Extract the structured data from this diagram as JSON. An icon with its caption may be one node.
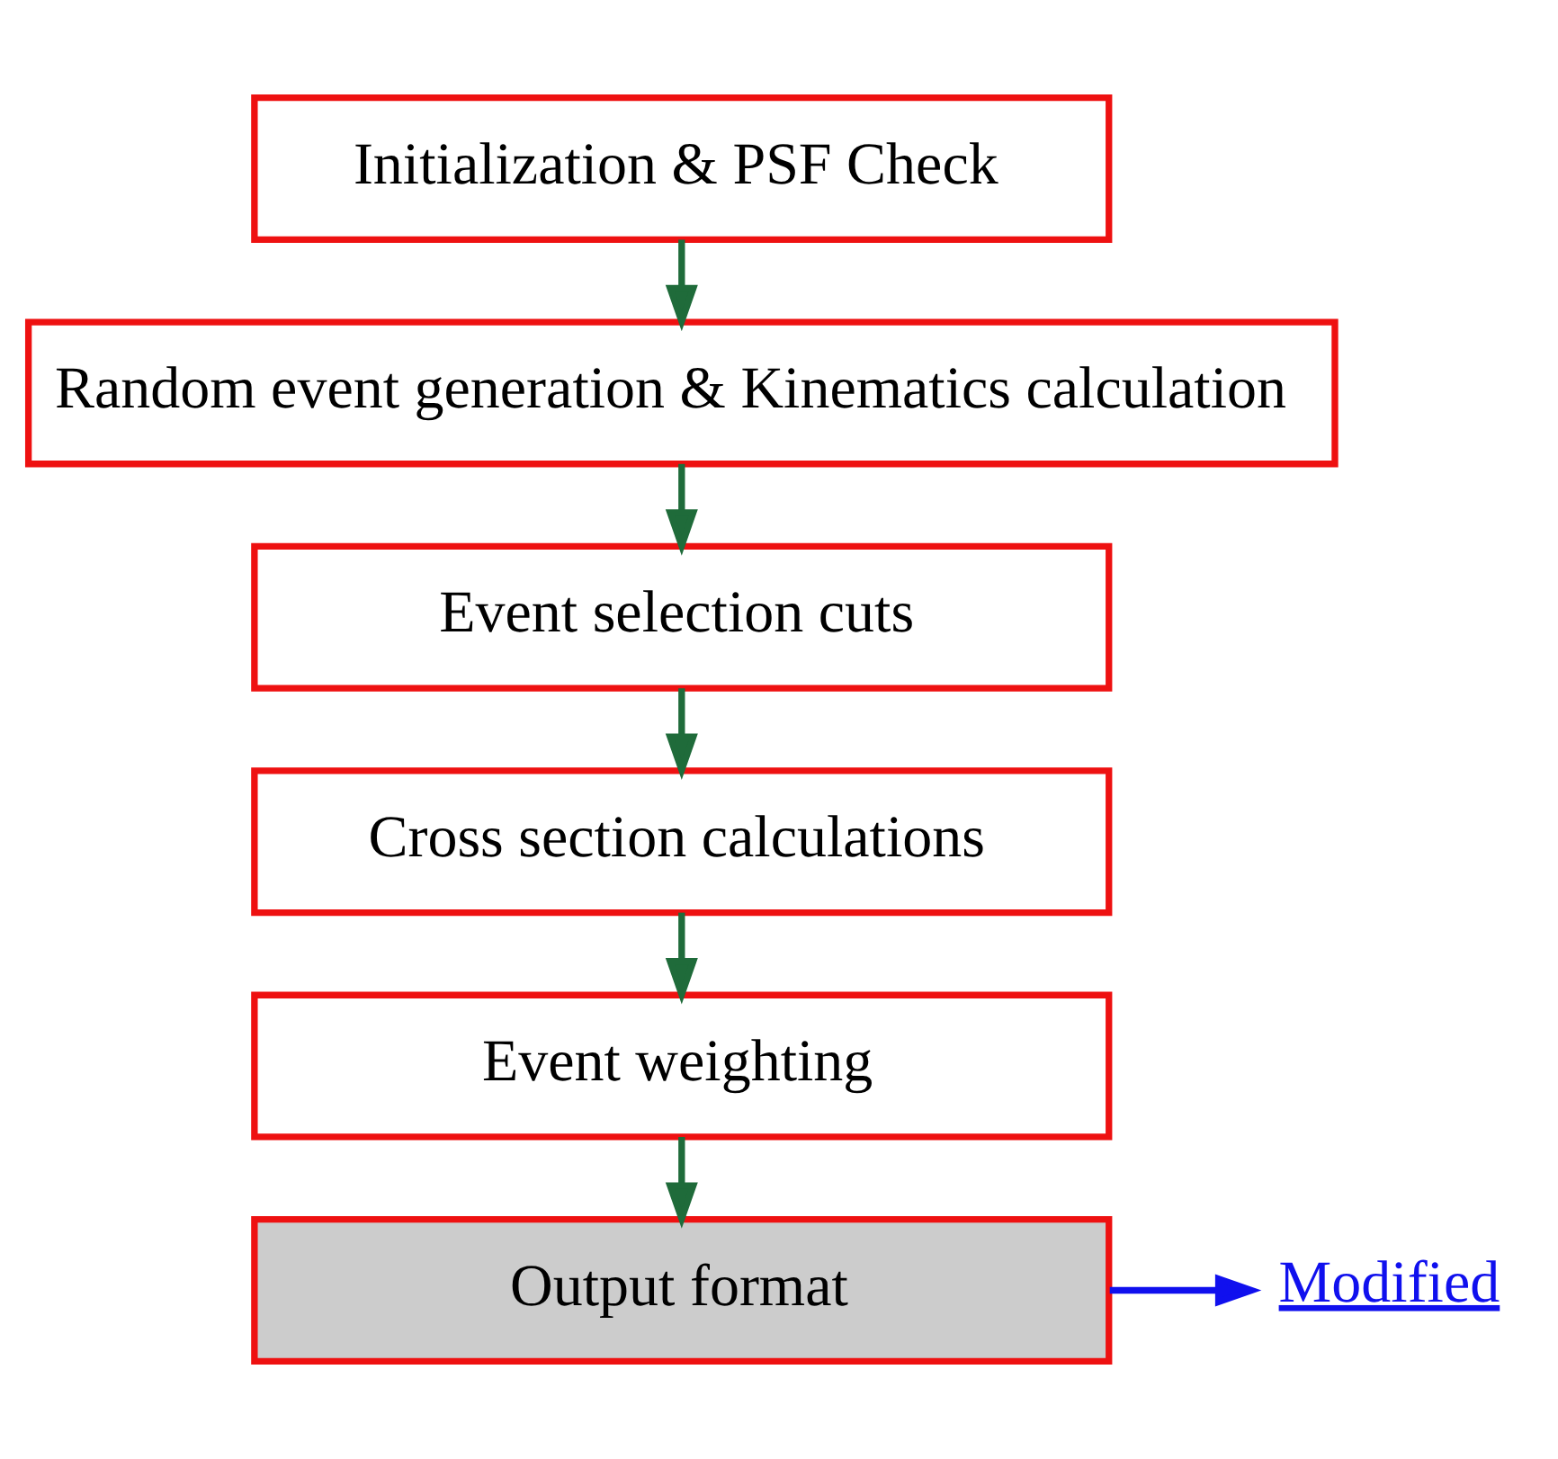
{
  "diagram": {
    "nodes": [
      {
        "text": [
          "Initialization & PSF Check"
        ]
      },
      {
        "text": [
          "Random event generation & Kinematics calculation"
        ]
      },
      {
        "text": [
          "Event selection cuts"
        ]
      },
      {
        "text": [
          "Cross section calculations"
        ]
      },
      {
        "text": [
          "Event weighting"
        ]
      },
      {
        "text": [
          "Output format"
        ]
      },
      {
        "text": [
          "Modified"
        ]
      }
    ],
    "edges": [
      {
        "from": 0,
        "to": 1,
        "arrow": "to"
      },
      {
        "from": 1,
        "to": 2,
        "arrow": "to"
      },
      {
        "from": 2,
        "to": 3,
        "arrow": "to"
      },
      {
        "from": 3,
        "to": 4,
        "arrow": "to"
      },
      {
        "from": 4,
        "to": 5,
        "arrow": "to"
      },
      {
        "from": 5,
        "to": 6,
        "arrow": "to",
        "color": "#1010ee"
      }
    ]
  }
}
